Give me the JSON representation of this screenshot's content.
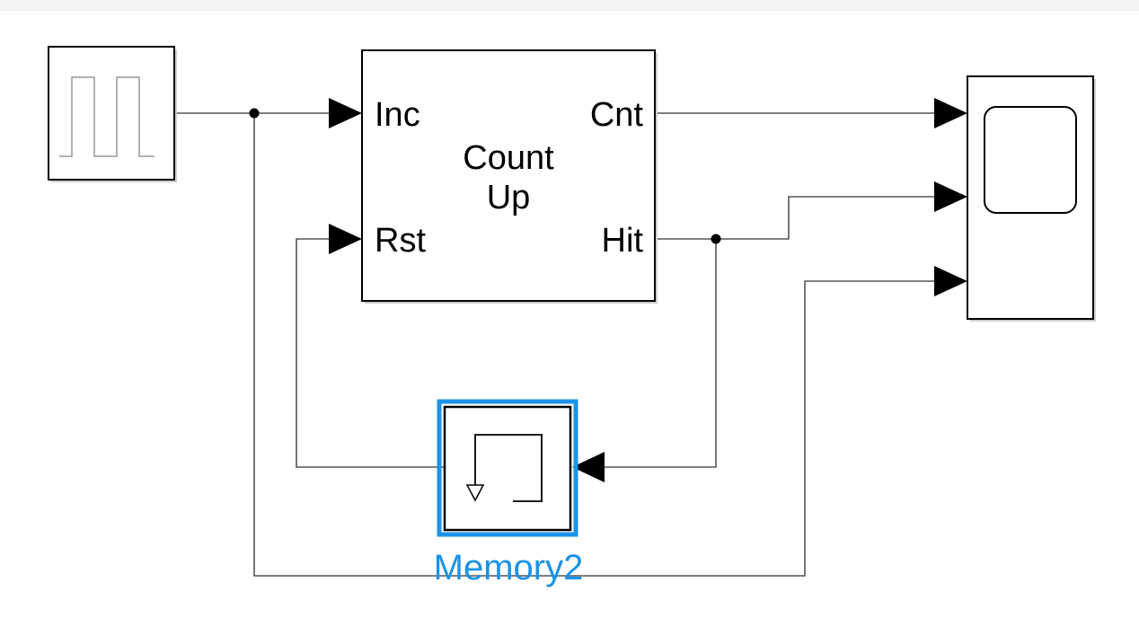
{
  "counter": {
    "ports_in": [
      "Inc",
      "Rst"
    ],
    "ports_out": [
      "Cnt",
      "Hit"
    ],
    "title_lines": [
      "Count",
      "Up"
    ]
  },
  "memory": {
    "name": "Memory2"
  },
  "icons": {
    "source": "pulse-generator-icon",
    "memory": "memory-icon",
    "scope": "scope-icon"
  },
  "colors": {
    "selection": "#1a93e8",
    "block_name": "#1a93e8",
    "line": "#000000"
  }
}
